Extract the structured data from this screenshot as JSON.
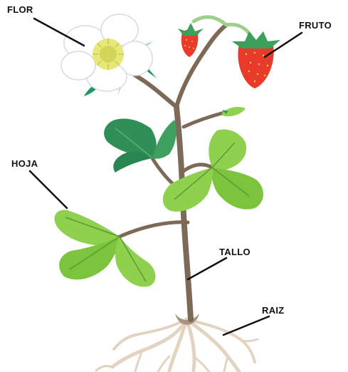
{
  "diagram": {
    "labels": {
      "flower": "FLOR",
      "fruit": "FRUTO",
      "leaf": "HOJA",
      "stem": "TALLO",
      "root": "RAIZ"
    }
  },
  "colors": {
    "stem": "#7d6a56",
    "stem_highlight": "#a8937c",
    "leaf_light": "#8fd14f",
    "leaf_dark": "#2f8f56",
    "leaf_vein": "#5a9a35",
    "petal": "#ffffff",
    "petal_shadow": "#d9d9e6",
    "flower_center": "#e8e87a",
    "sepal": "#1f9a63",
    "fruit": "#e83b2b",
    "fruit_seed": "#f6d24a",
    "calyx": "#3aa05a",
    "root": "#e3d4c2",
    "leader": "#111111"
  }
}
